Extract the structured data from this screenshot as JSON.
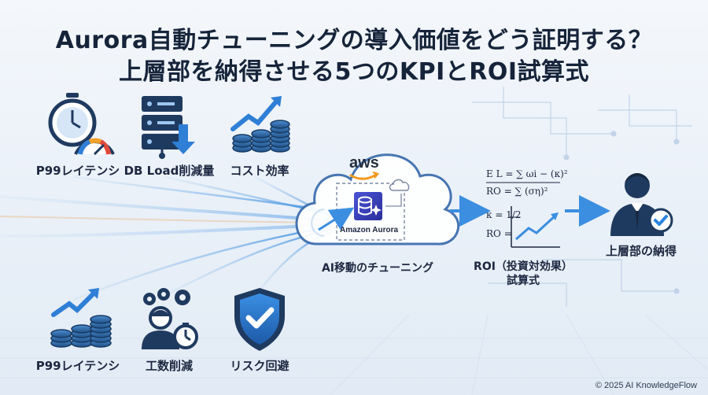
{
  "title": {
    "line1": "Aurora自動チューニングの導入価値をどう証明する？",
    "line2": "上層部を納得させる5つのKPIとROI試算式"
  },
  "kpis_top": [
    {
      "label": "P99レイテンシ",
      "icon": "stopwatch-gauge-icon"
    },
    {
      "label": "DB Load削減量",
      "icon": "server-down-icon"
    },
    {
      "label": "コスト効率",
      "icon": "coins-growth-icon"
    }
  ],
  "kpis_bottom": [
    {
      "label": "P99レイテンシ",
      "icon": "coins-growth-icon"
    },
    {
      "label": "工数削減",
      "icon": "engineer-gears-icon"
    },
    {
      "label": "リスク回避",
      "icon": "shield-check-icon"
    }
  ],
  "cloud": {
    "provider": "aws",
    "service": "Amazon Aurora",
    "caption": "AI移動のチューニング"
  },
  "roi": {
    "formula_line1": "E L = ∑ ωi − (κ)²",
    "formula_line2": "RO = ∑ (ση)²",
    "formula_line3": "κ = 1/2",
    "formula_line4": "RO =",
    "caption_line1": "ROI（投資対効果）",
    "caption_line2": "試算式"
  },
  "executive": {
    "label": "上層部の納得"
  },
  "footer": "© 2025 AI KnowledgeFlow",
  "colors": {
    "navy": "#1f3a5f",
    "accent_blue": "#2f7fd6",
    "aurora_purple": "#3b3fb6",
    "check_blue": "#2a86e0"
  }
}
